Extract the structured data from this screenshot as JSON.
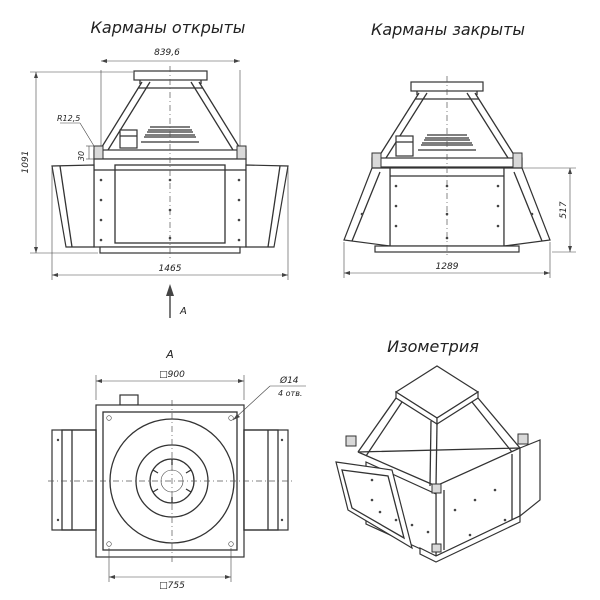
{
  "titles": {
    "open": "Карманы открыты",
    "closed": "Карманы закрыты",
    "iso": "Изометрия"
  },
  "view_open": {
    "dim_top_width": "839,6",
    "dim_radius": "R12,5",
    "dim_small": "30",
    "dim_height": "1091",
    "dim_total_width": "1465"
  },
  "view_closed": {
    "dim_height": "517",
    "dim_total_width": "1289"
  },
  "arrow": {
    "label": "A"
  },
  "view_a": {
    "label": "A",
    "dim_square_top": "□900",
    "dim_hole": "Ø14",
    "dim_holes_count": "4 отв.",
    "dim_square_bottom": "□755"
  }
}
